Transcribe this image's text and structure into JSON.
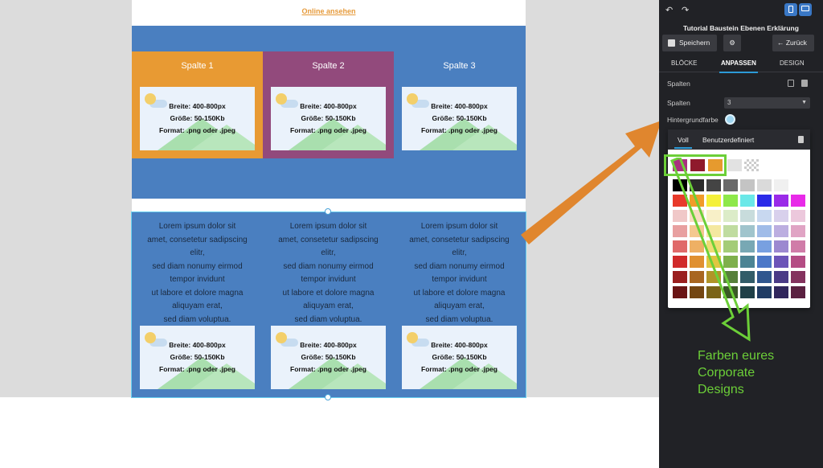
{
  "page": {
    "online_link": "Online ansehen",
    "columns": [
      {
        "title": "Spalte 1",
        "bg": "#e89a33"
      },
      {
        "title": "Spalte 2",
        "bg": "#924a7c"
      },
      {
        "title": "Spalte 3",
        "bg": "#4a7fc0"
      }
    ],
    "image_lines": [
      "Breite: 400-800px",
      "Größe: 50-150Kb",
      "Format: .png oder .jpeg"
    ],
    "lorem_lines": [
      "Lorem ipsum dolor sit",
      "amet, consetetur sadipscing",
      "elitr,",
      "sed diam nonumy eirmod",
      "tempor invidunt",
      "ut labore et dolore magna",
      "aliquyam erat,",
      "sed diam voluptua."
    ]
  },
  "panel": {
    "title": "Tutorial Baustein Ebenen Erklärung",
    "save_label": "Speichern",
    "back_label": "← Zurück",
    "tabs": [
      "BLÖCKE",
      "ANPASSEN",
      "DESIGN"
    ],
    "section_label": "Spalten",
    "columns_label": "Spalten",
    "columns_value": "3",
    "bg_label": "Hintergrundfarbe",
    "icons": {
      "undo": "undo-icon",
      "redo": "redo-icon",
      "mobile": "mobile-icon",
      "desktop": "desktop-icon",
      "save": "save-icon",
      "gear": "gear-icon",
      "copy": "copy-icon",
      "trash": "trash-icon"
    }
  },
  "picker": {
    "tabs": [
      "Voll",
      "Benutzerdefiniert"
    ],
    "corporate_colors": [
      "#a8317f",
      "#8f1a2c",
      "#e69a2e"
    ],
    "extra_swatches": [
      "#e2e2e2",
      "transparent"
    ],
    "grid": [
      [
        "#000000",
        "#2b2b2b",
        "#444444",
        "#6a6a6a",
        "#c4c4c4",
        "#dadada",
        "#f0f0f0",
        "#ffffff"
      ],
      [
        "#e83a2a",
        "#f09b2a",
        "#f4f03a",
        "#8ee84a",
        "#6ae8e8",
        "#2a2ae8",
        "#9a2ae8",
        "#e82ae8"
      ],
      [
        "#f0c8c8",
        "#f8dcc0",
        "#f8f0c8",
        "#dcecc8",
        "#c8dcdc",
        "#c8d8f0",
        "#d8d0ec",
        "#ecc8dc"
      ],
      [
        "#e8a0a0",
        "#f4c890",
        "#f4e8a0",
        "#c0dca0",
        "#a0c4cc",
        "#a0bce8",
        "#bcaee0",
        "#e0a4c4"
      ],
      [
        "#e06a6a",
        "#eeb064",
        "#eedc74",
        "#a4cc78",
        "#78a8b4",
        "#78a0e0",
        "#9c88d0",
        "#d07ca8"
      ],
      [
        "#d02a2a",
        "#e09030",
        "#e0c640",
        "#7eb04c",
        "#4c8494",
        "#4c78c8",
        "#6c54b8",
        "#b44c84"
      ],
      [
        "#9a1e1e",
        "#a86620",
        "#b09428",
        "#56803a",
        "#325c68",
        "#30568e",
        "#4a3a86",
        "#84325e"
      ],
      [
        "#6a1414",
        "#744612",
        "#7a6418",
        "#3a5826",
        "#204048",
        "#203c64",
        "#30265c",
        "#5a2040"
      ]
    ]
  },
  "annotation": [
    "Farben eures",
    "Corporate",
    "Designs"
  ]
}
